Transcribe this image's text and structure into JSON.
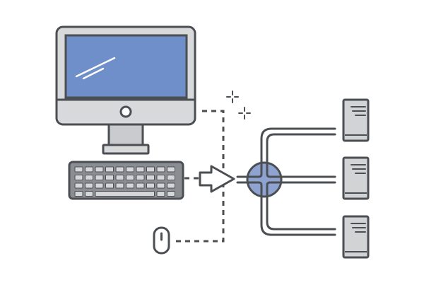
{
  "colors": {
    "outline": "#4b4f53",
    "screen": "#6e8fc9",
    "bezel_light": "#d7d9db",
    "bezel_dark": "#c7c9cb",
    "keyboard": "#8a8d91",
    "key": "#c9cbce",
    "hub": "#8ea3cf",
    "server_body": "#d1d3d5",
    "background": "#ffffff"
  },
  "icons": {
    "computer": "desktop-monitor-icon",
    "keyboard": "keyboard-icon",
    "mouse": "mouse-icon",
    "arrow": "right-arrow-icon",
    "hub": "network-hub-icon",
    "server": "server-tower-icon",
    "sparkle": "sparkle-icon"
  },
  "servers": [
    {
      "id": "server-1"
    },
    {
      "id": "server-2"
    },
    {
      "id": "server-3"
    }
  ]
}
